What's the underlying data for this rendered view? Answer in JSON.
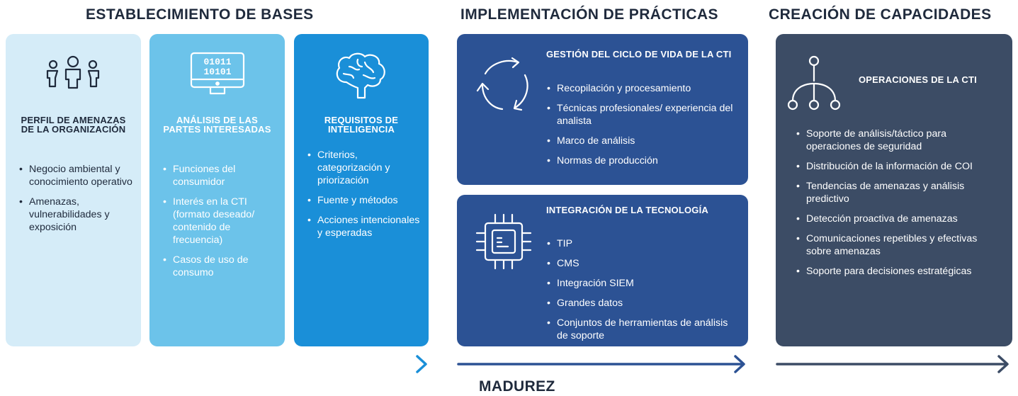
{
  "sections": {
    "foundations": "ESTABLECIMIENTO DE BASES",
    "practices": "IMPLEMENTACIÓN DE PRÁCTICAS",
    "capabilities": "CREACIÓN DE CAPACIDADES"
  },
  "cards": {
    "org_threat_profile": {
      "title": "PERFIL DE AMENAZAS DE LA ORGANIZACIÓN",
      "items": [
        "Negocio ambiental y conocimiento operativo",
        "Amenazas, vulnerabilidades y exposición"
      ]
    },
    "stakeholder_analysis": {
      "title": "ANÁLISIS DE LAS PARTES INTERESADAS",
      "items": [
        "Funciones del consumidor",
        "Interés en la CTI (formato deseado/ contenido de frecuencia)",
        "Casos de uso de consumo"
      ]
    },
    "intel_requirements": {
      "title": "REQUISITOS DE INTELIGENCIA",
      "items": [
        "Criterios, categorización y priorización",
        "Fuente y métodos",
        "Acciones intencionales y esperadas"
      ]
    },
    "cti_lifecycle": {
      "title": "GESTIÓN DEL CICLO DE VIDA DE LA CTI",
      "items": [
        "Recopilación y procesamiento",
        "Técnicas profesionales/ experiencia del analista",
        "Marco de análisis",
        "Normas de producción"
      ]
    },
    "tech_integration": {
      "title": "INTEGRACIÓN DE LA TECNOLOGÍA",
      "items": [
        "TIP",
        "CMS",
        "Integración SIEM",
        "Grandes datos",
        "Conjuntos de herramientas de análisis de soporte"
      ]
    },
    "cti_operations": {
      "title": "OPERACIONES DE LA CTI",
      "items": [
        "Soporte de análisis/táctico para operaciones de seguridad",
        "Distribución de la información de COI",
        "Tendencias de amenazas y análisis predictivo",
        "Detección proactiva de amenazas",
        "Comunicaciones repetibles y efectivas sobre amenazas",
        "Soporte para decisiones estratégicas"
      ]
    }
  },
  "binary_text": {
    "line1": "01011",
    "line2": "10101"
  },
  "maturity_label": "MADUREZ",
  "colors": {
    "card_light": "#d5ecf8",
    "card_mid": "#6cc3ea",
    "card_bright": "#1a8fd8",
    "card_navy": "#2c5294",
    "card_slate": "#3c4c65",
    "heading": "#1f2a3c"
  },
  "icons": {
    "org_threat_profile": "people-group-icon",
    "stakeholder_analysis": "binary-monitor-icon",
    "intel_requirements": "brain-icon",
    "cti_lifecycle": "cycle-arrows-icon",
    "tech_integration": "chip-icon",
    "cti_operations": "hierarchy-icon"
  }
}
